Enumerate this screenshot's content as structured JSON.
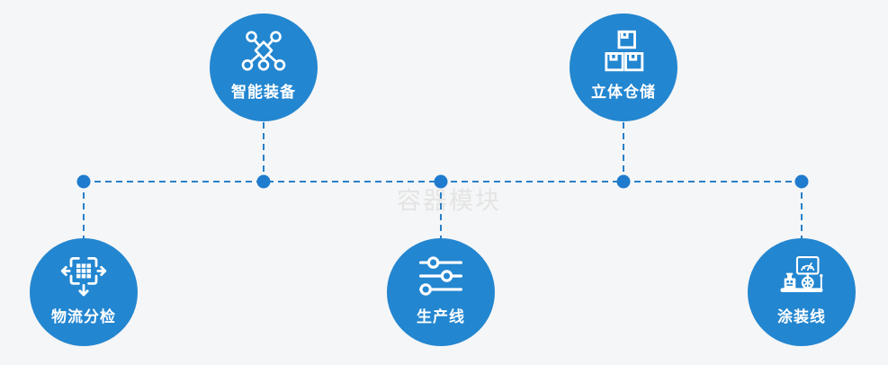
{
  "watermark": "容器模块",
  "colors": {
    "background": "#f5f6f7",
    "circle": "#2386d0",
    "connector": "#2a80c8",
    "dot": "#1f7bce",
    "icon": "#ffffff",
    "label_text": "#ffffff",
    "watermark_text": "#e4e4e4"
  },
  "nodes": [
    {
      "label": "智能装备",
      "icon": "network-nodes-icon",
      "position": "top-left"
    },
    {
      "label": "立体仓储",
      "icon": "warehouse-boxes-icon",
      "position": "top-right"
    },
    {
      "label": "物流分检",
      "icon": "sorting-arrows-icon",
      "position": "bottom-left"
    },
    {
      "label": "生产线",
      "icon": "sliders-icon",
      "position": "bottom-center"
    },
    {
      "label": "涂装线",
      "icon": "machine-station-icon",
      "position": "bottom-right"
    }
  ]
}
